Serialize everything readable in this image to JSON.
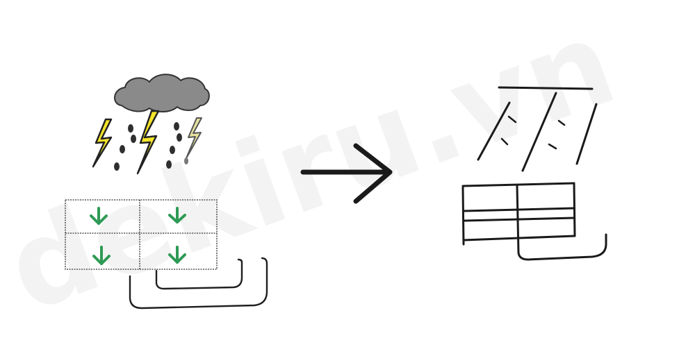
{
  "watermark": {
    "text": "dekiru.vn",
    "color": "#f2f2f2"
  },
  "colors": {
    "cloud_fill": "#888888",
    "cloud_stroke": "#333333",
    "lightning_fill": "#f5e52a",
    "lightning_faded_fill": "#e7e3a0",
    "rain_drop": "#333333",
    "grid_stroke": "#444444",
    "plant_arrow": "#2e9a55",
    "ink": "#1a1a1a",
    "transform_arrow": "#1a1a1a"
  },
  "left_pictograph": {
    "meaning_parts": [
      "rain-cloud-icon",
      "lightning-bolt-icon",
      "rice-field-icon",
      "hook-tail-icon"
    ],
    "grid": {
      "rows": 2,
      "cols": 2
    },
    "plant_arrows": 4
  },
  "right_character": {
    "components": [
      "rain-radical",
      "field-component",
      "tail-hook"
    ]
  },
  "transition": {
    "icon": "right-arrow-icon"
  }
}
